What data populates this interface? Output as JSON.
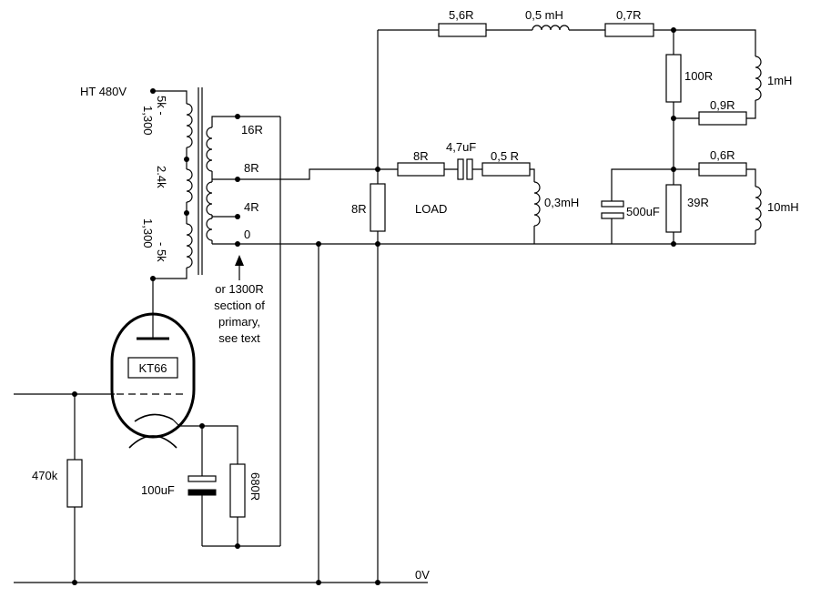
{
  "supply": {
    "ht": "HT 480V",
    "ground": "0V"
  },
  "transformer": {
    "primary": {
      "upper_a": "5k -",
      "upper_b": "1,300",
      "middle": "2.4k",
      "lower_a": "1,300",
      "lower_b": "- 5k"
    },
    "taps": {
      "t16": "16R",
      "t8": "8R",
      "t4": "4R",
      "t0": "0"
    },
    "note": [
      "or 1300R",
      "section of",
      "primary,",
      "see text"
    ]
  },
  "valve_stage": {
    "tube": "KT66",
    "grid_resistor": "470k",
    "cathode_capacitor": "100uF",
    "cathode_resistor": "680R"
  },
  "dummy_load": {
    "top_branch": {
      "r1": "5,6R",
      "l1": "0,5 mH",
      "r2": "0,7R"
    },
    "r100": "100R",
    "l_1mh": "1mH",
    "r09": "0,9R",
    "series_branch": {
      "r8": "8R",
      "c47": "4,7uF",
      "r05": "0,5 R",
      "l03": "0,3mH"
    },
    "r06": "0,6R",
    "r39": "39R",
    "l10": "10mH",
    "c500": "500uF",
    "load_resistor": "8R",
    "load_label": "LOAD"
  }
}
